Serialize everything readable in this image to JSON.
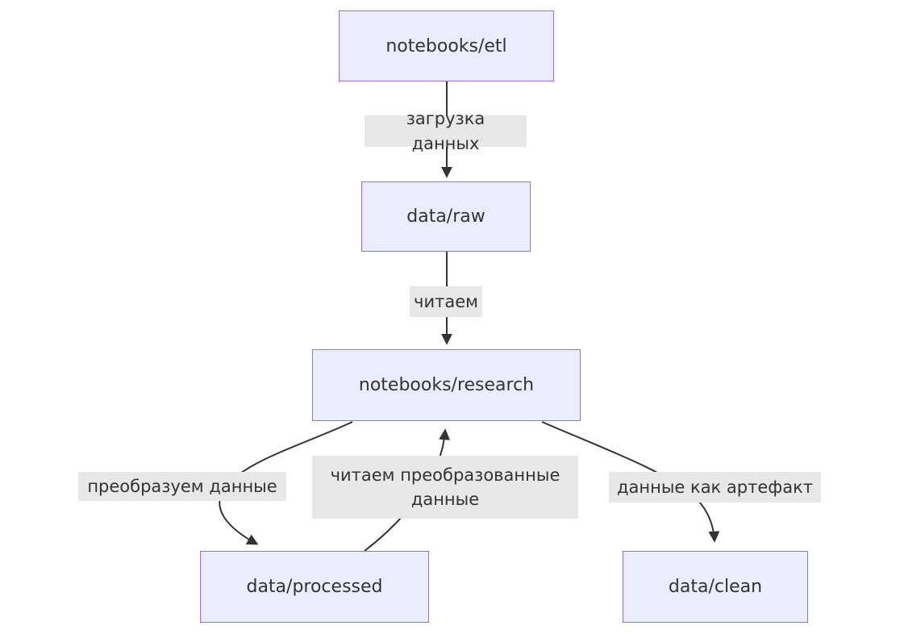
{
  "diagram": {
    "type": "flowchart",
    "direction": "top-down",
    "nodes": [
      {
        "id": "etl",
        "label": "notebooks/etl"
      },
      {
        "id": "raw",
        "label": "data/raw"
      },
      {
        "id": "research",
        "label": "notebooks/research"
      },
      {
        "id": "processed",
        "label": "data/processed"
      },
      {
        "id": "clean",
        "label": "data/clean"
      }
    ],
    "edges": [
      {
        "from": "etl",
        "to": "raw",
        "label": "загрузка данных"
      },
      {
        "from": "raw",
        "to": "research",
        "label": "читаем"
      },
      {
        "from": "research",
        "to": "processed",
        "label": "преобразуем данные"
      },
      {
        "from": "processed",
        "to": "research",
        "label": "читаем преобразованные данные"
      },
      {
        "from": "research",
        "to": "clean",
        "label": "данные как артефакт"
      }
    ],
    "colors": {
      "node_fill": "#ECECFF",
      "node_border": "#9370DB",
      "text": "#333333",
      "edge_line": "#333333",
      "edge_label_bg": "#e8e8e8",
      "background": "#ffffff"
    }
  }
}
